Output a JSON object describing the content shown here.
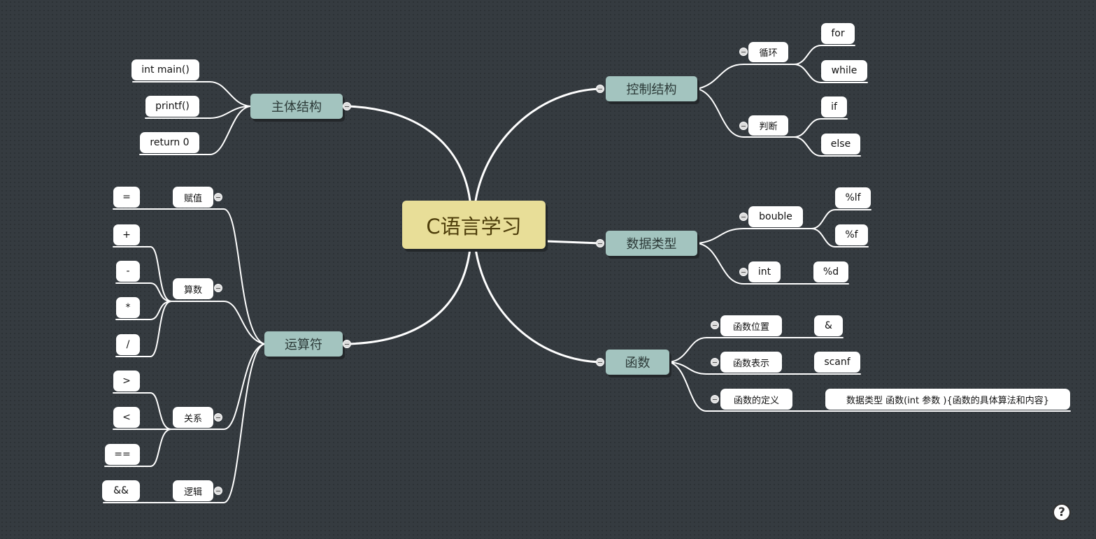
{
  "center": "C语言学习",
  "topics": {
    "body": {
      "label": "主体结构",
      "children": [
        "int main()",
        "printf()",
        "return 0"
      ]
    },
    "control": {
      "label": "控制结构",
      "loop": {
        "label": "循环",
        "children": [
          "for",
          "while"
        ]
      },
      "judge": {
        "label": "判断",
        "children": [
          "if",
          "else"
        ]
      }
    },
    "types": {
      "label": "数据类型",
      "bouble": {
        "label": "bouble",
        "children": [
          "%lf",
          "%f"
        ]
      },
      "int": {
        "label": "int",
        "children": [
          "%d"
        ]
      }
    },
    "func": {
      "label": "函数",
      "pos": {
        "label": "函数位置",
        "child": "&"
      },
      "show": {
        "label": "函数表示",
        "child": "scanf"
      },
      "def": {
        "label": "函数的定义",
        "child": "数据类型 函数(int 参数 ){函数的具体算法和内容}"
      }
    },
    "ops": {
      "label": "运算符",
      "assign": {
        "label": "赋值",
        "children": [
          "="
        ]
      },
      "arith": {
        "label": "算数",
        "children": [
          "+",
          "-",
          "*",
          "/"
        ]
      },
      "rel": {
        "label": "关系",
        "children": [
          ">",
          "<",
          "=="
        ]
      },
      "logic": {
        "label": "逻辑",
        "children": [
          "&&"
        ]
      }
    }
  },
  "help": "?"
}
